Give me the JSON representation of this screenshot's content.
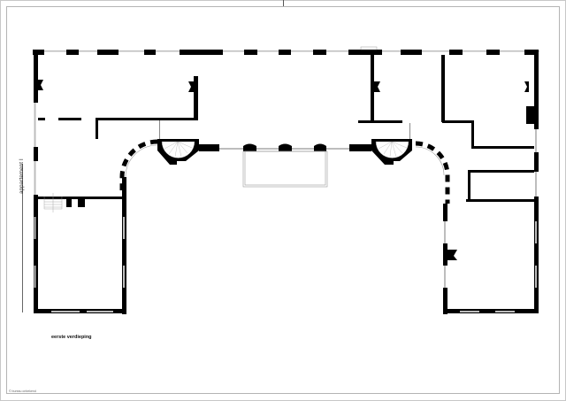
{
  "drawing": {
    "type": "architectural floor plan",
    "floor_label": "eerste verdieping",
    "dimension_label": "appartement I",
    "copyright_text": "© bureau onbekend"
  },
  "colors": {
    "wall": "#000000",
    "window": "#bdbdbd",
    "frame": "#b4b4b4",
    "background": "#ffffff"
  },
  "elements": {
    "stairs": [
      "north-west spiral stair",
      "north-east spiral stair",
      "west-wing straight stair"
    ],
    "balcony": "central terrace balcony"
  }
}
